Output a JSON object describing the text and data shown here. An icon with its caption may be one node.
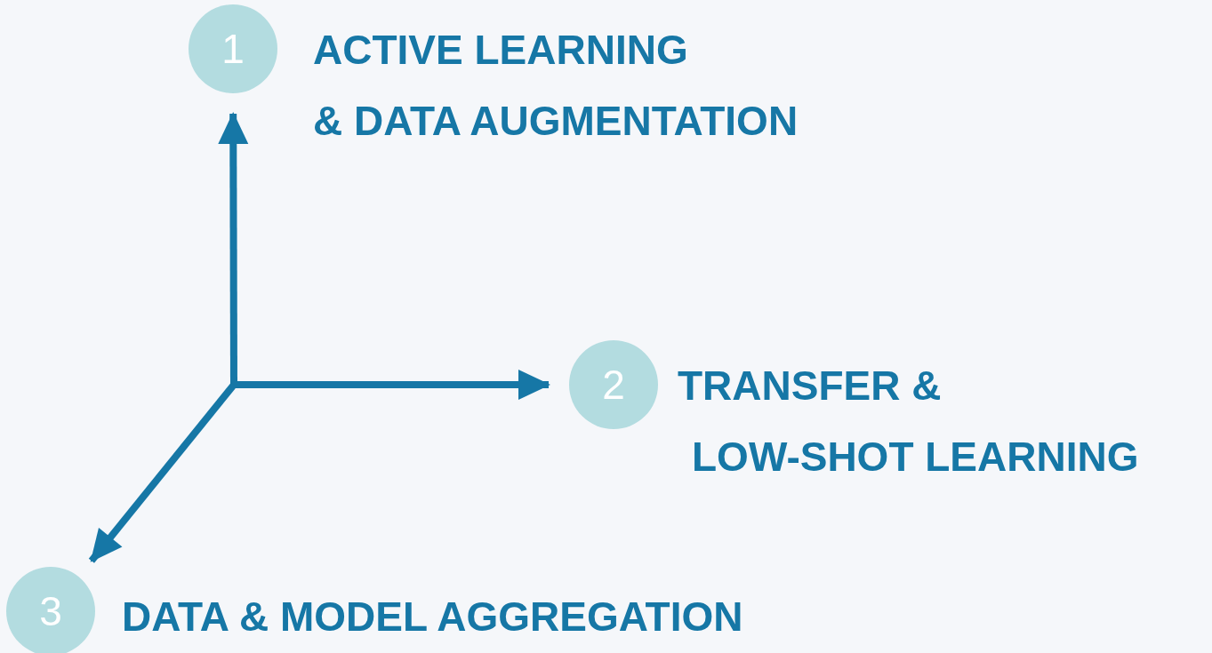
{
  "diagram": {
    "nodes": [
      {
        "text": [
          "1"
        ],
        "beside": [
          "ACTIVE LEARNING",
          "& DATA AUGMENTATION"
        ]
      },
      {
        "text": [
          "2"
        ],
        "beside": [
          "TRANSFER &",
          "LOW-SHOT LEARNING"
        ]
      },
      {
        "text": [
          "3"
        ],
        "beside": [
          "DATA & MODEL AGGREGATION"
        ]
      }
    ],
    "edges": [
      {
        "from": null,
        "to": 0,
        "arrow": "to"
      },
      {
        "from": null,
        "to": 1,
        "arrow": "to"
      },
      {
        "from": null,
        "to": 2,
        "arrow": "to"
      }
    ]
  }
}
